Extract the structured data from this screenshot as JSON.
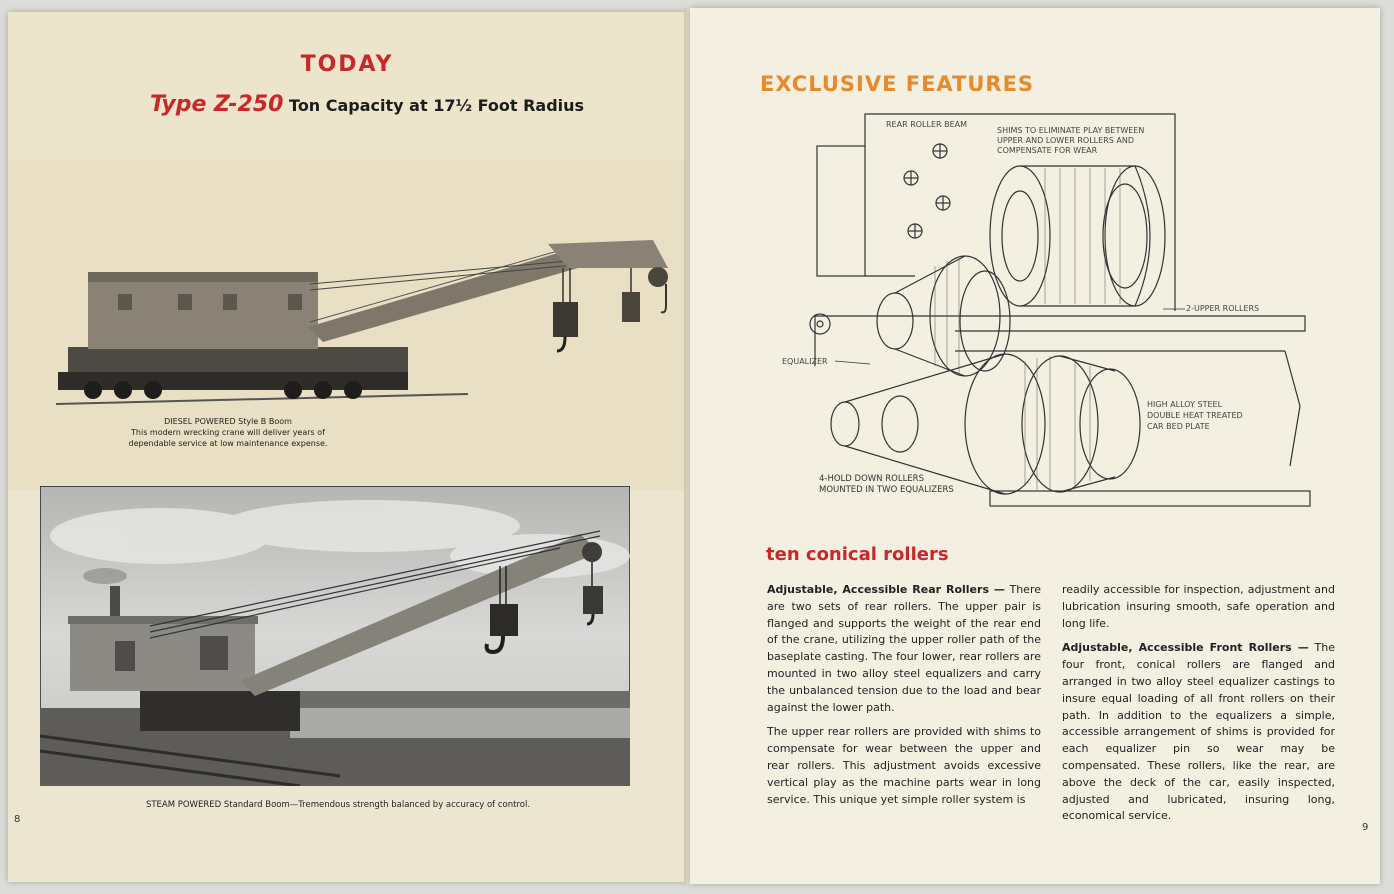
{
  "left_page": {
    "heading_today": "TODAY",
    "heading_model": "Type Z-250",
    "heading_rest": " Ton Capacity at 17½ Foot Radius",
    "photo1_caption_1": "DIESEL POWERED Style B Boom",
    "photo1_caption_2": "This modern wrecking crane will deliver years of",
    "photo1_caption_3": "dependable service at low maintenance expense.",
    "photo2_caption": "STEAM POWERED Standard Boom—Tremendous strength balanced by accuracy of control.",
    "page_number": "8"
  },
  "right_page": {
    "heading": "EXCLUSIVE FEATURES",
    "diagram_labels": {
      "rear_roller_beam": "REAR ROLLER BEAM",
      "shims_1": "SHIMS TO ELIMINATE PLAY BETWEEN",
      "shims_2": "UPPER AND LOWER ROLLERS AND",
      "shims_3": "COMPENSATE FOR WEAR",
      "upper_rollers": "2-UPPER ROLLERS",
      "equalizer": "EQUALIZER",
      "steel_1": "HIGH ALLOY STEEL",
      "steel_2": "DOUBLE HEAT TREATED",
      "steel_3": "CAR BED PLATE",
      "hold_down_1": "4-HOLD DOWN ROLLERS",
      "hold_down_2": "MOUNTED IN TWO EQUALIZERS"
    },
    "subheading": "ten conical rollers",
    "rear_heading": "Adjustable, Accessible Rear Rollers —",
    "rear_p1": "There are two sets of rear rollers. The upper pair is flanged and supports the weight of the rear end of the crane, utilizing the upper roller path of the baseplate casting. The four lower, rear rollers are mounted in two alloy steel equalizers and carry the unbalanced tension due to the load and bear against the lower path.",
    "rear_p2": "The upper rear rollers are provided with shims to compensate for wear between the upper and rear rollers. This adjustment avoids excessive vertical play as the machine parts wear in long service. This unique yet simple roller system is",
    "rear_p3": "readily accessible for inspection, adjustment and lubrication insuring smooth, safe operation and long life.",
    "front_heading": "Adjustable, Accessible Front Rollers —",
    "front_p1": "The four front, conical rollers are flanged and arranged in two alloy steel equalizer castings to insure equal loading of all front rollers on their path. In addition to the equalizers a simple, accessible arrangement of shims is provided for each equalizer pin so wear may be compensated. These rollers, like the rear, are above the deck of the car, easily inspected, adjusted and lubricated, insuring long, economical service.",
    "page_number": "9"
  }
}
